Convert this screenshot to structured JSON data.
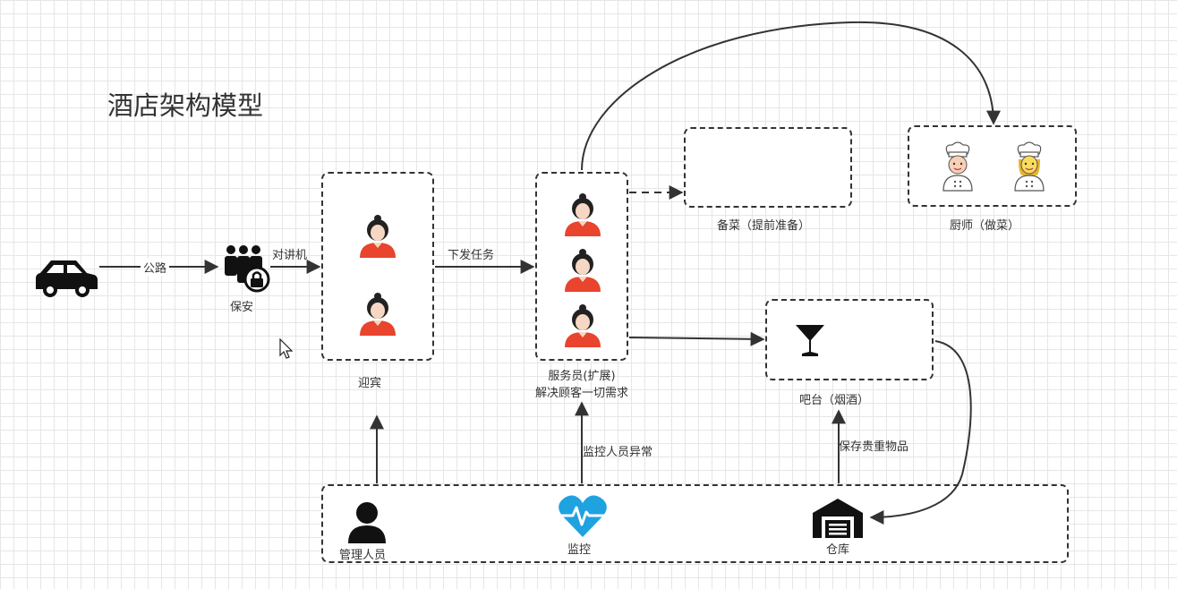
{
  "title": "酒店架构模型",
  "labels": {
    "road": "公路",
    "security": "保安",
    "intercom": "对讲机",
    "greeter": "迎宾",
    "dispatch": "下发任务",
    "waiter_line1": "服务员(扩展)",
    "waiter_line2": "解决顾客一切需求",
    "prep": "备菜（提前准备）",
    "chef": "厨师（做菜）",
    "bar": "吧台（烟酒）",
    "monitor_staff": "监控人员异常",
    "store_valuables": "保存贵重物品",
    "manager": "管理人员",
    "monitor": "监控",
    "warehouse": "仓库"
  },
  "icons": {
    "car": "car-icon",
    "security": "security-guard-lock-icon",
    "woman": "woman-staff-icon",
    "chef_male": "chef-icon",
    "chef_female": "chef-woman-icon",
    "cocktail": "cocktail-glass-icon",
    "person": "person-icon",
    "heart": "heart-pulse-icon",
    "warehouse": "warehouse-icon"
  },
  "colors": {
    "staff_shirt": "#e8442e",
    "monitor_heart": "#1fa2e0",
    "line": "#333333"
  }
}
